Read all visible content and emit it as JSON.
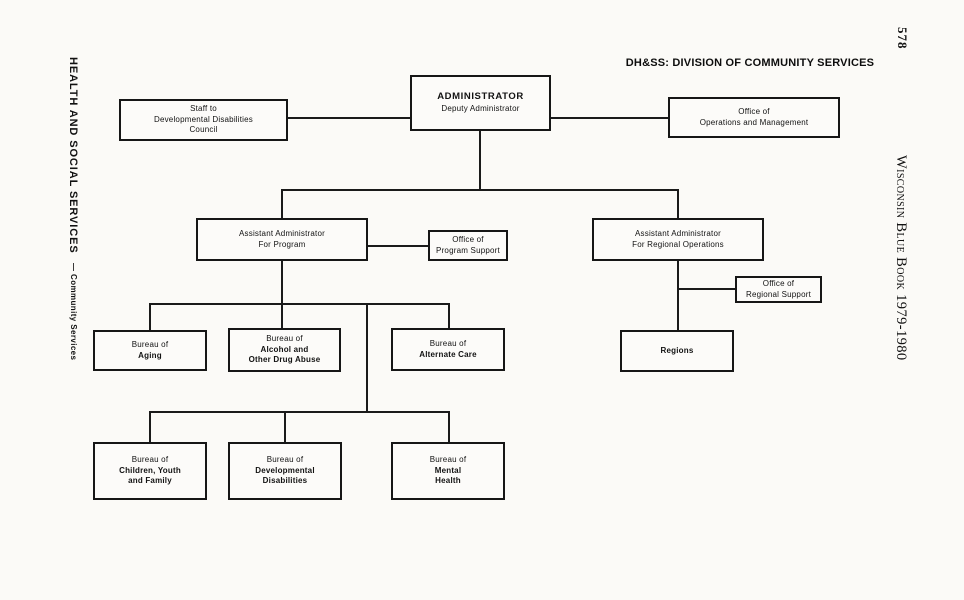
{
  "page": {
    "margin_left": {
      "title": "HEALTH AND SOCIAL SERVICES",
      "subtitle": "— Community Services"
    },
    "margin_right": {
      "page_number": "578",
      "book_title": "Wisconsin Blue Book 1979-1980"
    },
    "chart_title": "DH&SS: DIVISION OF COMMUNITY SERVICES"
  },
  "org_chart": {
    "administrator": {
      "line1": "ADMINISTRATOR",
      "line2": "Deputy Administrator"
    },
    "staff_dd_council": {
      "line1": "Staff to",
      "line2": "Developmental Disabilities",
      "line3": "Council"
    },
    "office_operations": {
      "line1": "Office of",
      "line2": "Operations and Management"
    },
    "asst_program": {
      "line1": "Assistant Administrator",
      "line2": "For Program"
    },
    "office_program_support": {
      "line1": "Office of",
      "line2": "Program Support"
    },
    "asst_regional": {
      "line1": "Assistant Administrator",
      "line2": "For Regional Operations"
    },
    "office_regional_support": {
      "line1": "Office of",
      "line2": "Regional Support"
    },
    "bureau_aging": {
      "line1": "Bureau of",
      "line2": "Aging"
    },
    "bureau_alcohol": {
      "line1": "Bureau of",
      "line2": "Alcohol and",
      "line3": "Other Drug Abuse"
    },
    "bureau_alternate_care": {
      "line1": "Bureau of",
      "line2": "Alternate Care"
    },
    "regions": {
      "line1": "Regions"
    },
    "bureau_children": {
      "line1": "Bureau of",
      "line2": "Children, Youth",
      "line3": "and Family"
    },
    "bureau_developmental": {
      "line1": "Bureau of",
      "line2": "Developmental",
      "line3": "Disabilities"
    },
    "bureau_mental": {
      "line1": "Bureau of",
      "line2": "Mental",
      "line3": "Health"
    }
  }
}
